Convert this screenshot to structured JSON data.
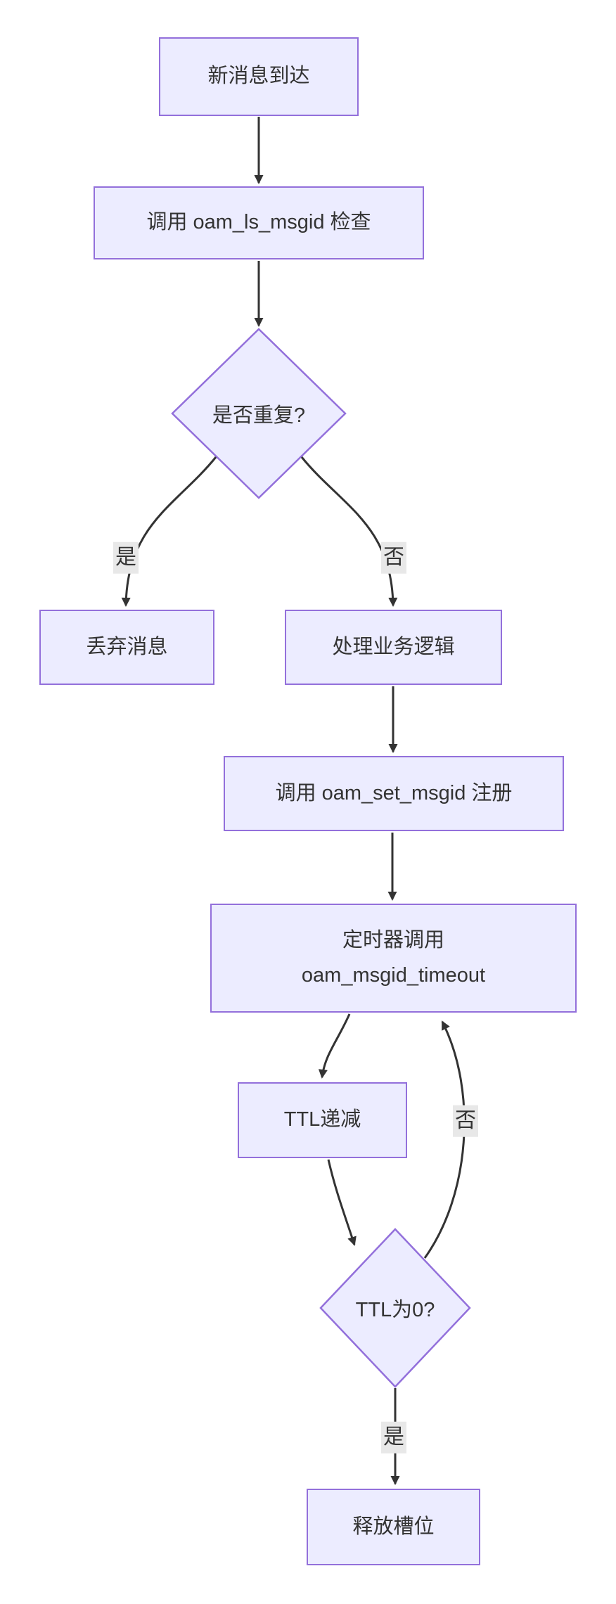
{
  "diagram": {
    "type": "flowchart",
    "direction": "top-down",
    "nodes": [
      {
        "id": "A",
        "shape": "rect",
        "label": "新消息到达"
      },
      {
        "id": "B",
        "shape": "rect",
        "label": "调用 oam_ls_msgid 检查"
      },
      {
        "id": "C",
        "shape": "diamond",
        "label": "是否重复?"
      },
      {
        "id": "D",
        "shape": "rect",
        "label": "丢弃消息"
      },
      {
        "id": "E",
        "shape": "rect",
        "label": "处理业务逻辑"
      },
      {
        "id": "F",
        "shape": "rect",
        "label": "调用 oam_set_msgid 注册"
      },
      {
        "id": "G",
        "shape": "rect",
        "label": "定时器调用 oam_msgid_timeout",
        "lines": [
          "定时器调用",
          "oam_msgid_timeout"
        ]
      },
      {
        "id": "H",
        "shape": "rect",
        "label": "TTL递减"
      },
      {
        "id": "I",
        "shape": "diamond",
        "label": "TTL为0?"
      },
      {
        "id": "J",
        "shape": "rect",
        "label": "释放槽位"
      }
    ],
    "edges": [
      {
        "from": "A",
        "to": "B",
        "label": ""
      },
      {
        "from": "B",
        "to": "C",
        "label": ""
      },
      {
        "from": "C",
        "to": "D",
        "label": "是"
      },
      {
        "from": "C",
        "to": "E",
        "label": "否"
      },
      {
        "from": "E",
        "to": "F",
        "label": ""
      },
      {
        "from": "F",
        "to": "G",
        "label": ""
      },
      {
        "from": "G",
        "to": "H",
        "label": ""
      },
      {
        "from": "H",
        "to": "I",
        "label": ""
      },
      {
        "from": "I",
        "to": "G",
        "label": "否"
      },
      {
        "from": "I",
        "to": "J",
        "label": "是"
      }
    ],
    "colors": {
      "node_fill": "#ECECFF",
      "node_stroke": "#9370DB",
      "edge_stroke": "#333333",
      "text": "#333333",
      "edge_label_bg": "#e8e8e8",
      "background": "#ffffff"
    }
  }
}
